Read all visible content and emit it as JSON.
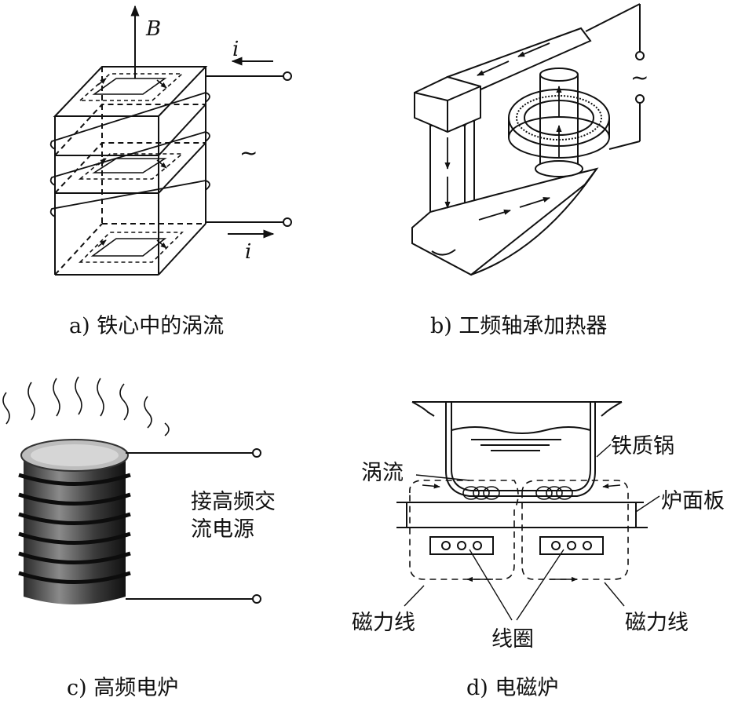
{
  "panels": {
    "a": {
      "caption": "a) 铁心中的涡流",
      "field_label": "B",
      "current_label_top": "i",
      "current_label_bottom": "i",
      "ac_symbol": "~"
    },
    "b": {
      "caption": "b) 工频轴承加热器",
      "ac_symbol": "~"
    },
    "c": {
      "caption": "c) 高频电炉",
      "source_line1": "接高频交",
      "source_line2": "流电源"
    },
    "d": {
      "caption": "d) 电磁炉",
      "pot_label": "铁质锅",
      "eddy_label": "涡流",
      "plate_label": "炉面板",
      "field_left": "磁力线",
      "field_right": "磁力线",
      "coil_label": "线圈"
    }
  }
}
